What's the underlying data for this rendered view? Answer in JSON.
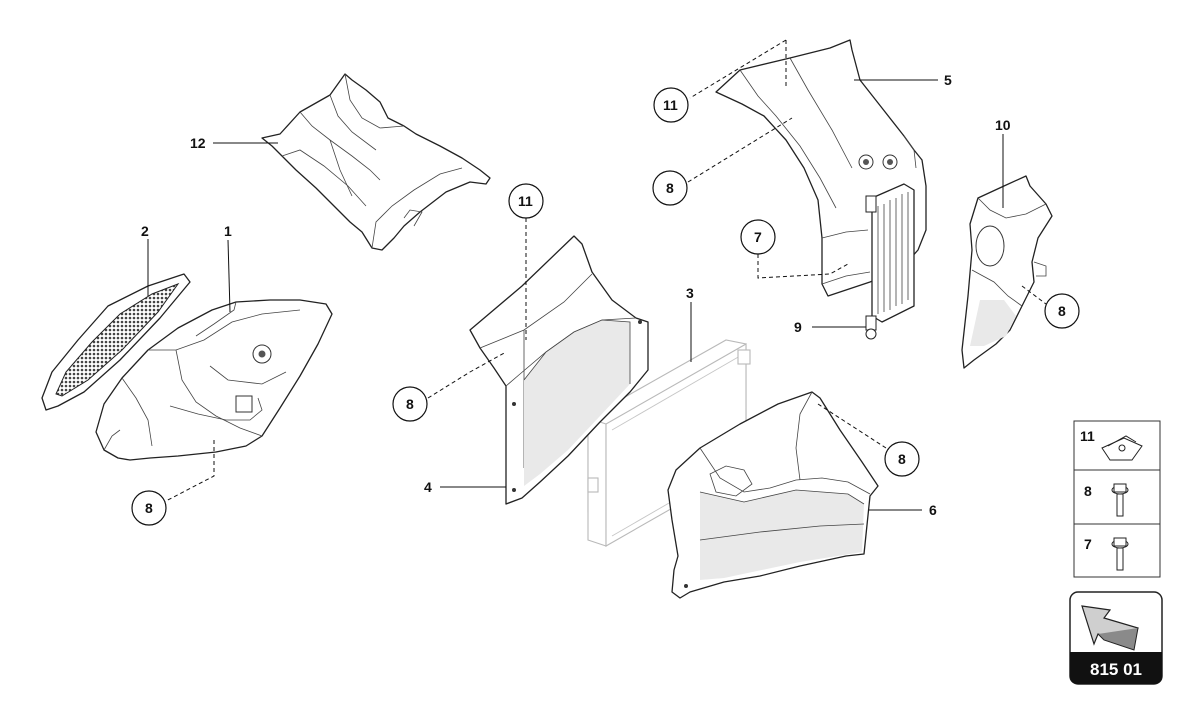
{
  "callouts": {
    "part_1": "1",
    "part_2": "2",
    "part_3": "3",
    "part_4": "4",
    "part_5": "5",
    "part_6": "6",
    "part_9": "9",
    "part_10": "10",
    "part_12": "12",
    "circle_8_left": "8",
    "circle_11_mid": "11",
    "circle_8_mid": "8",
    "circle_11_top": "11",
    "circle_8_top": "8",
    "circle_7": "7",
    "circle_8_right": "8",
    "circle_8_lower": "8"
  },
  "legend": {
    "items": [
      {
        "number": "11",
        "icon": "clip-nut-icon"
      },
      {
        "number": "8",
        "icon": "screw-icon"
      },
      {
        "number": "7",
        "icon": "screw-icon"
      }
    ]
  },
  "reference": {
    "code": "815 01",
    "icon": "arrow-icon"
  }
}
